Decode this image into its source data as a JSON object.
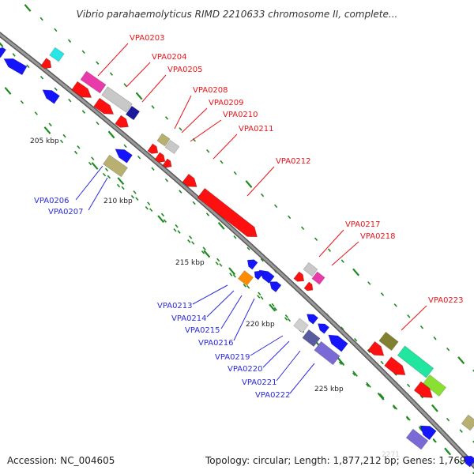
{
  "title": "Vibrio parahaemolyticus RIMD 2210633 chromosome II, complete...",
  "footer": {
    "accession": "Accession: NC_004605",
    "summary": "Topology: circular; Length: 1,877,212 bp; Genes: 1,769"
  },
  "faint_corner_label": "2271",
  "colors": {
    "backbone": "#7f7f7f",
    "forward_label": "#e8141a",
    "reverse_label": "#2a2ae0",
    "forward_gene": "#ff1010",
    "reverse_gene": "#1414ff",
    "tick": "#1f8a1f"
  },
  "ticks": [
    {
      "label": "205 kbp"
    },
    {
      "label": "210 kbp"
    },
    {
      "label": "215 kbp"
    },
    {
      "label": "220 kbp"
    },
    {
      "label": "225 kbp"
    }
  ],
  "gene_labels": [
    {
      "text": "VPA0203",
      "strand": "forward"
    },
    {
      "text": "VPA0204",
      "strand": "forward"
    },
    {
      "text": "VPA0205",
      "strand": "forward"
    },
    {
      "text": "VPA0208",
      "strand": "forward"
    },
    {
      "text": "VPA0209",
      "strand": "forward"
    },
    {
      "text": "VPA0210",
      "strand": "forward"
    },
    {
      "text": "VPA0211",
      "strand": "forward"
    },
    {
      "text": "VPA0212",
      "strand": "forward"
    },
    {
      "text": "VPA0217",
      "strand": "forward"
    },
    {
      "text": "VPA0218",
      "strand": "forward"
    },
    {
      "text": "VPA0223",
      "strand": "forward"
    },
    {
      "text": "VPA0206",
      "strand": "reverse"
    },
    {
      "text": "VPA0207",
      "strand": "reverse"
    },
    {
      "text": "VPA0213",
      "strand": "reverse"
    },
    {
      "text": "VPA0214",
      "strand": "reverse"
    },
    {
      "text": "VPA0215",
      "strand": "reverse"
    },
    {
      "text": "VPA0216",
      "strand": "reverse"
    },
    {
      "text": "VPA0219",
      "strand": "reverse"
    },
    {
      "text": "VPA0220",
      "strand": "reverse"
    },
    {
      "text": "VPA0221",
      "strand": "reverse"
    },
    {
      "text": "VPA0222",
      "strand": "reverse"
    }
  ]
}
